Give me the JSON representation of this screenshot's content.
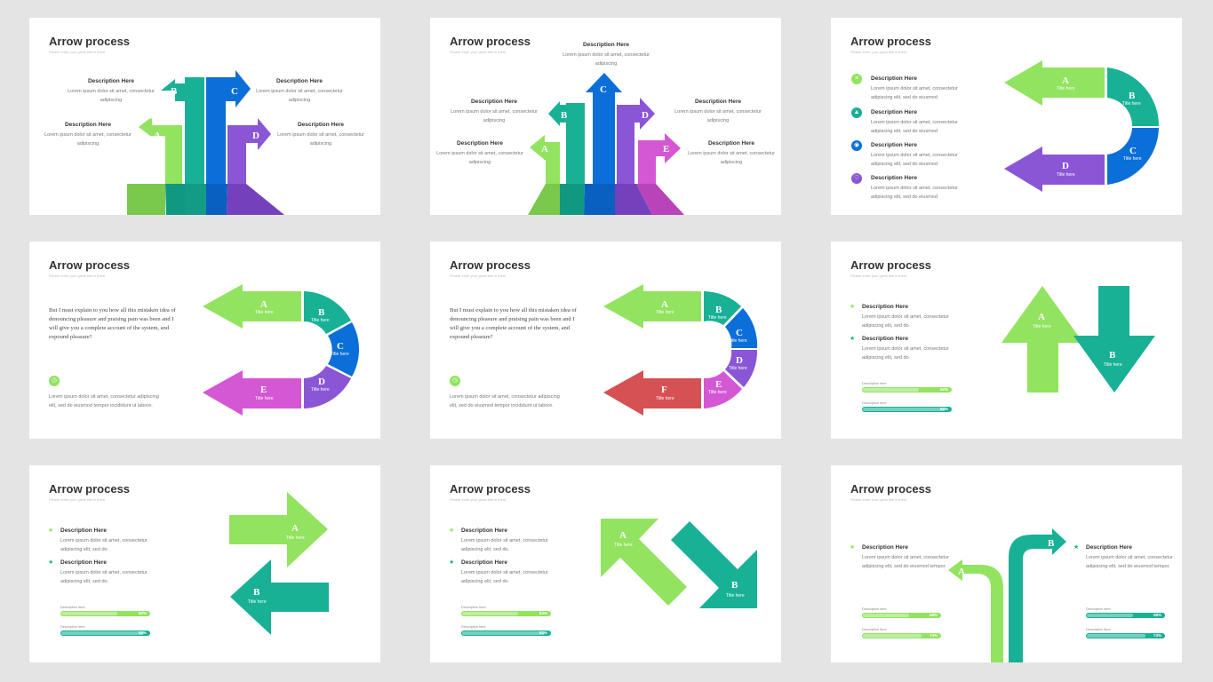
{
  "colors": {
    "lime": "#92e35f",
    "teal": "#18b196",
    "blue": "#0a6fd8",
    "purple": "#8a56d6",
    "pink": "#d457d4",
    "red": "#d55154",
    "gray_bg": "#e4e4e4",
    "white": "#ffffff"
  },
  "common": {
    "title": "Arrow process",
    "subtitle": "Please enter your great title in there",
    "desc_heading": "Description Here",
    "desc_body_short": "Lorem ipsum dolor sit amet, consectetur adipiscing",
    "desc_body_long": "Lorem ipsum dolor sit amet, consectetur adipiscing elit, sed do eiusmod",
    "desc_body_sed": "Lorem ipsum dolor sit amet, consectetur adipiscing elit, sed do.",
    "desc_body_tempor": "Lorem ipsum dolor sit amet, consectetur adipiscing elit, sed do eiusmod tempor.",
    "paragraph": "But I must explain to you how all this mistaken idea of denouncing pleasure and praising pain was been and I will give you a complete account of the system, and expound pleasure?",
    "note": "Lorem ipsum dolor sit amet, consectetur adipiscing elit, sed do eiusmod tempor incididunt ut labore.",
    "item_title": "Title here",
    "bar_label": "Description here"
  },
  "letters": {
    "a": "A",
    "b": "B",
    "c": "C",
    "d": "D",
    "e": "E",
    "f": "F"
  },
  "icons": {
    "slide3": [
      "list-icon",
      "shield-icon",
      "target-icon",
      "bell-icon"
    ],
    "slide4": "clock-icon",
    "slide5": "clock-icon",
    "bullets": "star-icon"
  },
  "progress": {
    "p62": 0.62,
    "p92": 0.92,
    "p58": 0.58,
    "p74": 0.74,
    "l62": "62%",
    "l92": "92%",
    "l58": "58%",
    "l74": "74%"
  }
}
